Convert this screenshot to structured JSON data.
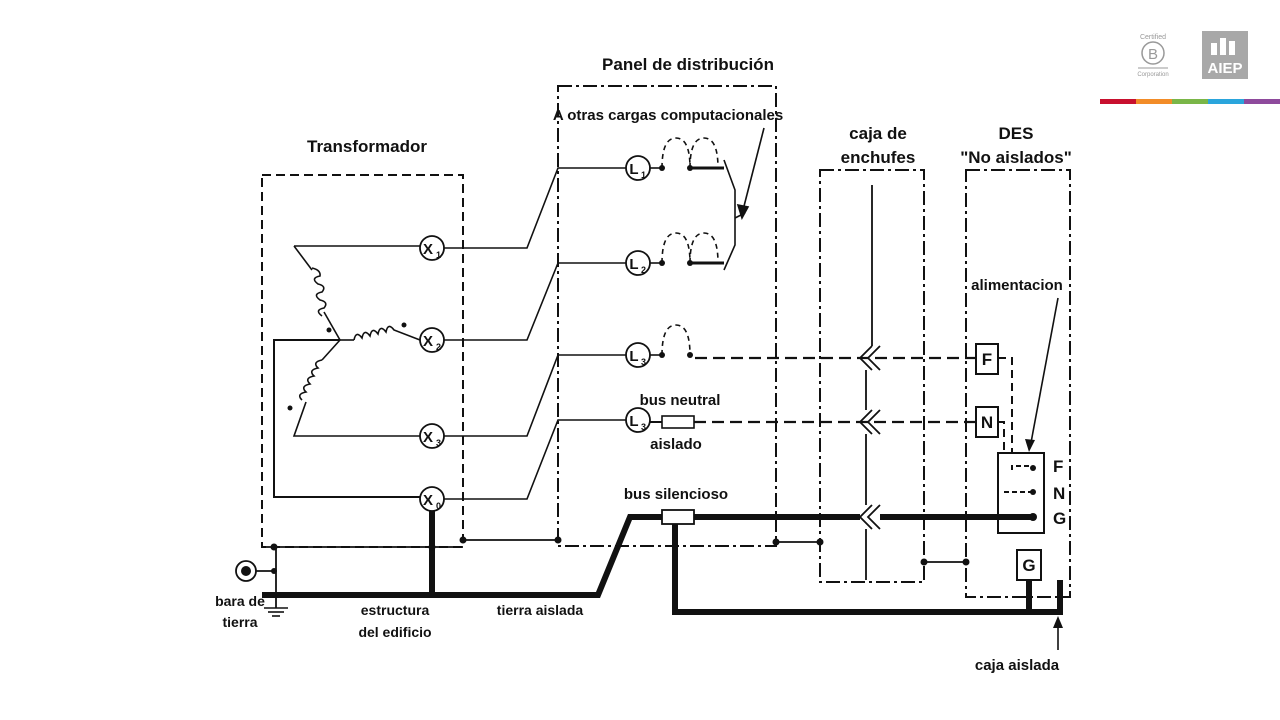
{
  "logos": {
    "bcorp": {
      "top": "Certified",
      "letter": "B",
      "bottom": "Corporation"
    },
    "aiep": {
      "text": "AIEP"
    },
    "stripe_colors": [
      "#c8102e",
      "#f28c28",
      "#7ab648",
      "#2aa5dc",
      "#8e4a9c"
    ]
  },
  "labels": {
    "panel": "Panel de distribución",
    "otras_cargas": "A otras cargas computacionales",
    "transformador": "Transformador",
    "caja_enchufes_1": "caja de",
    "caja_enchufes_2": "enchufes",
    "des_1": "DES",
    "des_2": "\"No aislados\"",
    "alimentacion": "alimentacion",
    "bus_neutral": "bus neutral",
    "aislado": "aislado",
    "bus_silencioso": "bus silencioso",
    "bara_1": "bara de",
    "bara_2": "tierra",
    "estructura_1": "estructura",
    "estructura_2": "del edificio",
    "tierra_aislada": "tierra aislada",
    "caja_aislada": "caja aislada"
  },
  "terminals": {
    "x1": {
      "letter": "X",
      "sub": "1"
    },
    "x2": {
      "letter": "X",
      "sub": "2"
    },
    "x3": {
      "letter": "X",
      "sub": "3"
    },
    "x0": {
      "letter": "X",
      "sub": "0"
    },
    "l1": {
      "letter": "L",
      "sub": "1"
    },
    "l2": {
      "letter": "L",
      "sub": "2"
    },
    "l3a": {
      "letter": "L",
      "sub": "3"
    },
    "l3b": {
      "letter": "L",
      "sub": "3"
    }
  },
  "des_boxes": {
    "f": "F",
    "n": "N",
    "g": "G"
  },
  "plug": {
    "f": "F",
    "n": "N",
    "g": "G"
  }
}
